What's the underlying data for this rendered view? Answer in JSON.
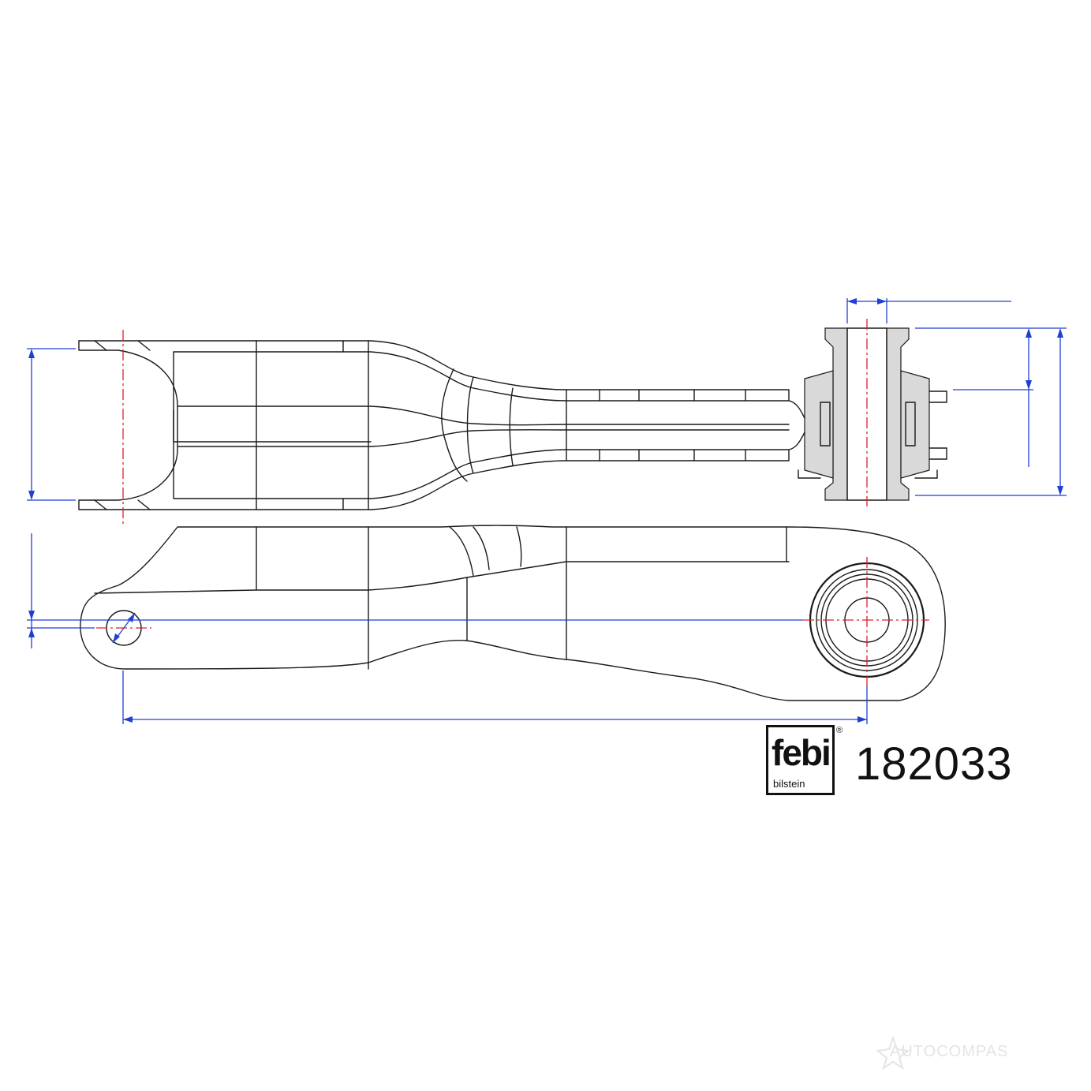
{
  "brand": {
    "logo_text": "febi",
    "logo_subtext": "bilstein",
    "registered_mark": "®"
  },
  "part_number": "182033",
  "watermark": {
    "text": "AUTOCOMPAS"
  },
  "colors": {
    "outline": "#1a1a1a",
    "dimension": "#1f3fd6",
    "centerline": "#e0202a",
    "watermark": "#e4e4e4"
  }
}
